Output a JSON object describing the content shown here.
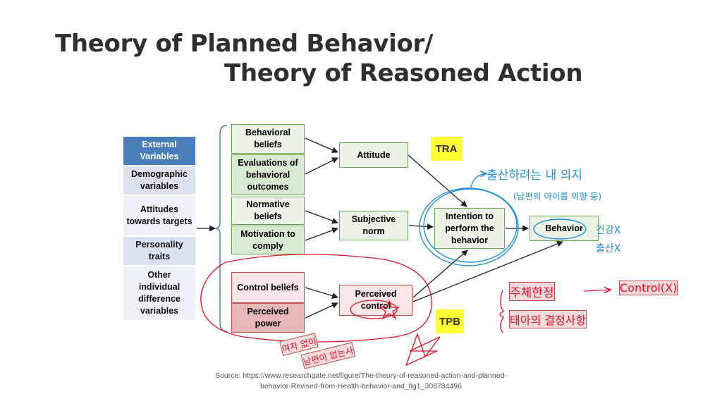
{
  "title": {
    "line1": "Theory of Planned Behavior/",
    "line2": "Theory of Reasoned Action"
  },
  "external": {
    "header": "External Variables",
    "items": [
      "Demographic variables",
      "Attitudes towards targets",
      "Personality traits",
      "Other individual difference variables"
    ]
  },
  "beliefs": {
    "behavioral_beliefs": "Behavioral beliefs",
    "evaluations": "Evaluations of behavioral outcomes",
    "normative_beliefs": "Normative beliefs",
    "motivation": "Motivation to comply",
    "control_beliefs": "Control beliefs",
    "perceived_power": "Perceived power"
  },
  "constructs": {
    "attitude": "Attitude",
    "subjective_norm": "Subjective norm",
    "perceived_control": "Perceived control",
    "intention": "Intention to perform the behavior",
    "behavior": "Behavior"
  },
  "tags": {
    "tra": "TRA",
    "tpb": "TPB"
  },
  "annotations": {
    "intention_note_1": "출산하려는 내 의지",
    "intention_note_2": "(남편의 아이를 의향 등)",
    "behavior_note_1": "건강X",
    "behavior_note_2": "출산X",
    "control_note_1": "주체한정",
    "control_note_2": "태아의 결정사항",
    "control_note_arrow_target": "Control(X)",
    "power_note_1": "여자 없이",
    "power_note_2": "남편이 없는사"
  },
  "source": "Source: https://www.researchgate.net/figure/The-theory-of-reasoned-action-and-planned-behavior-Revised-from-Health-behavior-and_fig1_308784496",
  "colors": {
    "external_header": "#4a7ebb",
    "external_item": "#dbe1ef",
    "green": "#d9ead3",
    "red": "#f2dcdb",
    "tag_yellow": "#ffff33",
    "annotation_blue": "#1f8fd6",
    "annotation_red": "#e0102a"
  }
}
